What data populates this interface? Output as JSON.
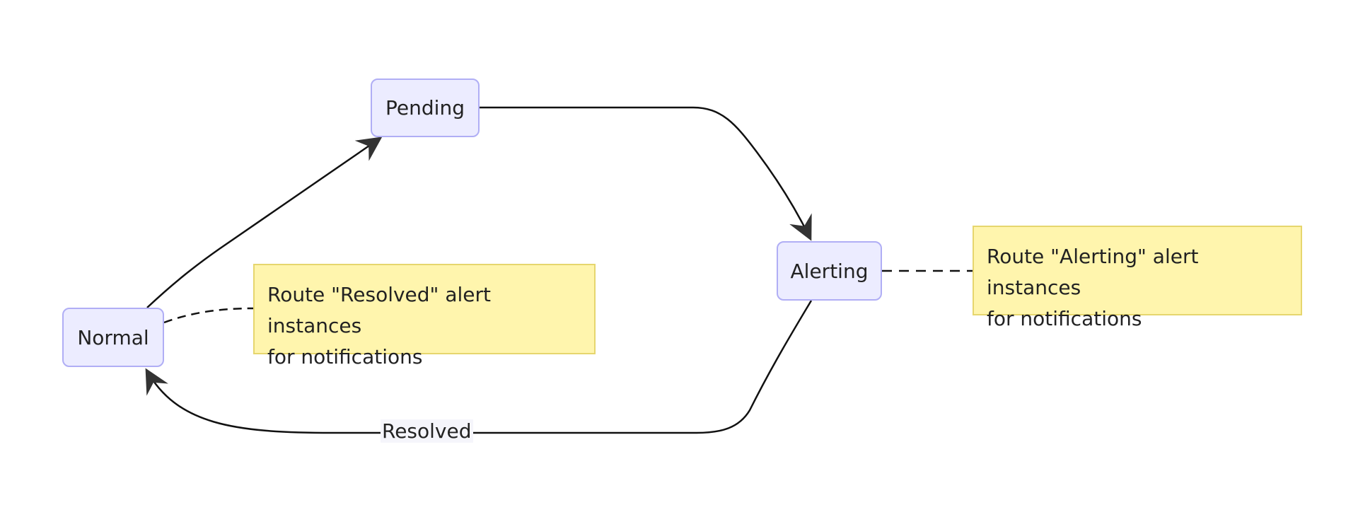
{
  "diagram": {
    "states": {
      "normal": "Normal",
      "pending": "Pending",
      "alerting": "Alerting"
    },
    "notes": {
      "resolved_line1": "Route \"Resolved\" alert instances",
      "resolved_line2": "for notifications",
      "alerting_line1": "Route \"Alerting\" alert instances",
      "alerting_line2": "for notifications"
    },
    "edge_labels": {
      "alerting_to_normal": "Resolved"
    },
    "colors": {
      "state_fill": "#ECECFF",
      "state_border": "#b0aef5",
      "note_fill": "#fff5ad",
      "note_border": "#e6d66e",
      "edge": "#111111"
    }
  }
}
